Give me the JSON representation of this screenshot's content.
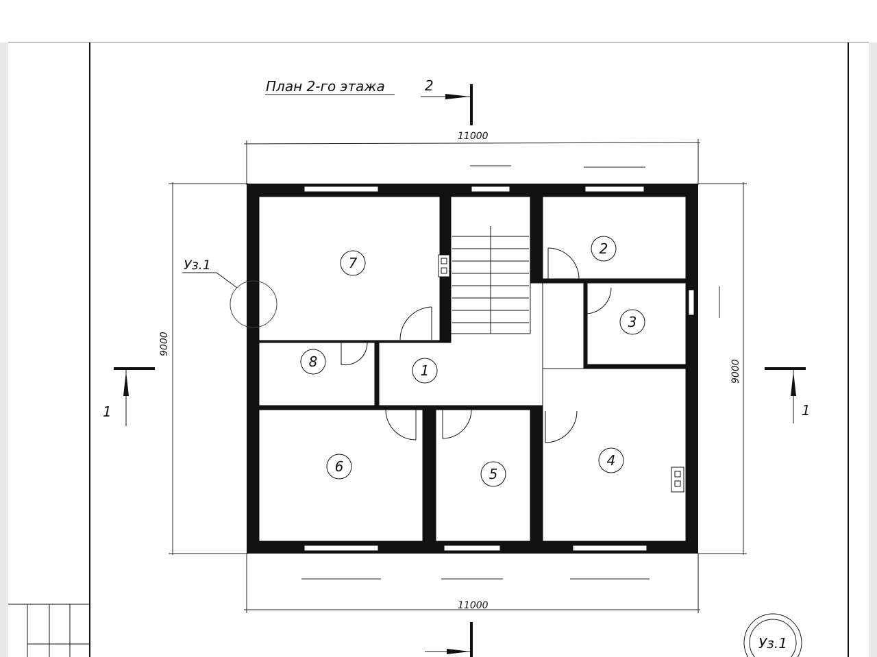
{
  "title": "План 2-го этажа",
  "dimensions": {
    "top": "11000",
    "bottom": "11000",
    "left": "9000",
    "right": "9000"
  },
  "sections": {
    "top": "2",
    "left": "1",
    "right": "1"
  },
  "node_callout": "Уз.1",
  "node_marker": "Уз.1",
  "rooms": [
    "1",
    "2",
    "3",
    "4",
    "5",
    "6",
    "7",
    "8"
  ]
}
